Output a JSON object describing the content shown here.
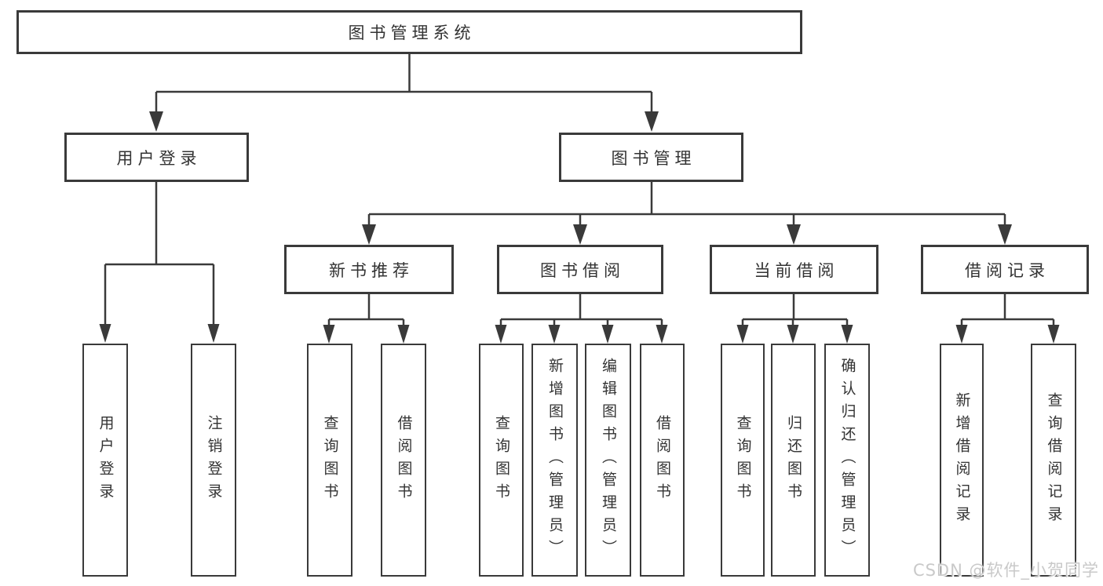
{
  "diagram": {
    "watermark": "CSDN @软件_小贺同学",
    "colors": {
      "line": "#3a3a3a",
      "text": "#333333",
      "watermark": "#c9c9c9",
      "background": "#ffffff"
    },
    "tree": {
      "root": {
        "label": "图书管理系统"
      },
      "branches": [
        {
          "label": "用户登录",
          "children": [
            {
              "label": "用户登录"
            },
            {
              "label": "注销登录"
            }
          ]
        },
        {
          "label": "图书管理",
          "children": [
            {
              "label": "新书推荐",
              "children": [
                {
                  "label": "查询图书"
                },
                {
                  "label": "借阅图书"
                }
              ]
            },
            {
              "label": "图书借阅",
              "children": [
                {
                  "label": "查询图书"
                },
                {
                  "label": "新增图书（管理员）"
                },
                {
                  "label": "编辑图书（管理员）"
                },
                {
                  "label": "借阅图书"
                }
              ]
            },
            {
              "label": "当前借阅",
              "children": [
                {
                  "label": "查询图书"
                },
                {
                  "label": "归还图书"
                },
                {
                  "label": "确认归还（管理员）"
                }
              ]
            },
            {
              "label": "借阅记录",
              "children": [
                {
                  "label": "新增借阅记录"
                },
                {
                  "label": "查询借阅记录"
                }
              ]
            }
          ]
        }
      ]
    }
  }
}
